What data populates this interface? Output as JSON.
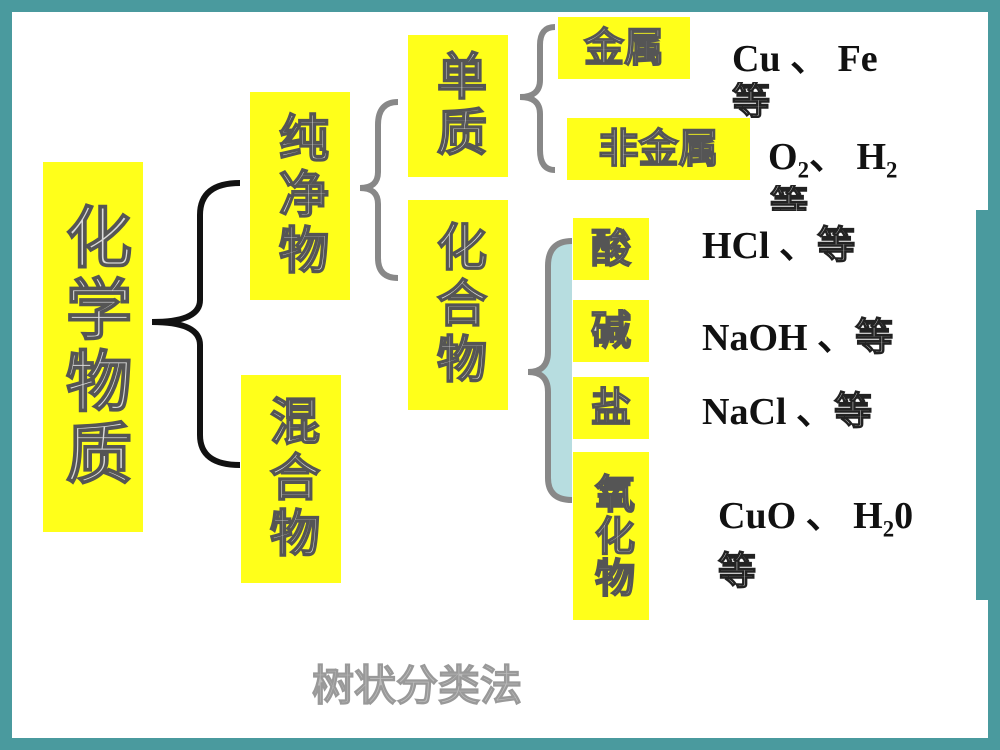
{
  "root": {
    "label": "化学物质"
  },
  "level1": [
    {
      "label": "纯净物"
    },
    {
      "label": "混合物"
    }
  ],
  "level2": [
    {
      "label": "单质"
    },
    {
      "label": "化合物"
    }
  ],
  "elements": [
    {
      "label": "金属",
      "example": "Cu 、 Fe",
      "example_suffix": "等"
    },
    {
      "label": "非金属",
      "example_a": "O",
      "example_a_sub": "2",
      "example_sep": "、 H",
      "example_b_sub": "2",
      "example_suffix": "等"
    }
  ],
  "compounds": [
    {
      "label": "酸",
      "example": "HCl 、",
      "example_suffix": "等"
    },
    {
      "label": "碱",
      "example": "NaOH 、",
      "example_suffix": "等"
    },
    {
      "label": "盐",
      "example": "NaCl 、",
      "example_suffix": "等"
    },
    {
      "label": "氧化物",
      "example_a": "CuO 、 H",
      "example_sub": "2",
      "example_b": "0",
      "example_suffix": "等"
    }
  ],
  "method": "树状分类法",
  "colors": {
    "frame": "#4a9a9e",
    "box": "#ffff1a",
    "bracket_dark": "#111111",
    "bracket_gray": "#888888",
    "bracket_fill": "#b7dde0"
  }
}
